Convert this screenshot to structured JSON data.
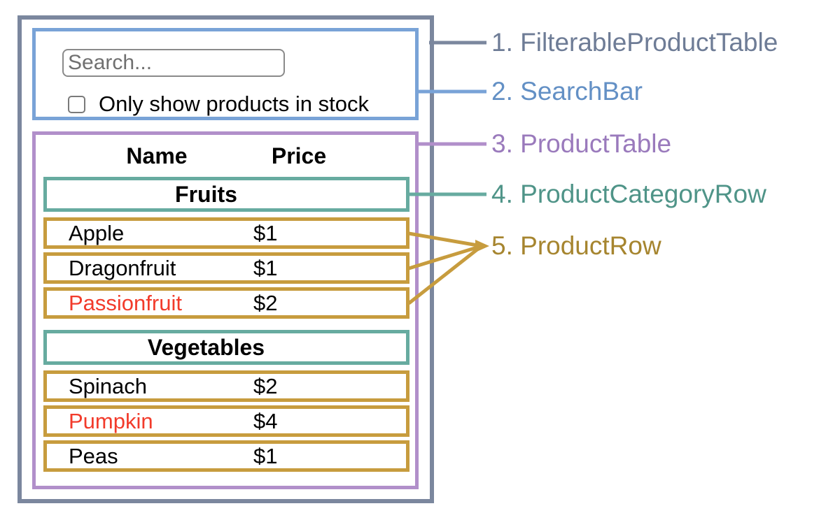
{
  "annotations": {
    "labels": [
      {
        "text": "1. FilterableProductTable"
      },
      {
        "text": "2. SearchBar"
      },
      {
        "text": "3. ProductTable"
      },
      {
        "text": "4. ProductCategoryRow"
      },
      {
        "text": "5. ProductRow"
      }
    ]
  },
  "search_bar": {
    "placeholder": "Search...",
    "checkbox_label": "Only show products in stock",
    "checkbox_checked": false
  },
  "product_table": {
    "headers": [
      "Name",
      "Price"
    ],
    "sections": [
      {
        "category": "Fruits",
        "rows": [
          {
            "name": "Apple",
            "price": "$1",
            "out_of_stock": false
          },
          {
            "name": "Dragonfruit",
            "price": "$1",
            "out_of_stock": false
          },
          {
            "name": "Passionfruit",
            "price": "$2",
            "out_of_stock": true
          }
        ]
      },
      {
        "category": "Vegetables",
        "rows": [
          {
            "name": "Spinach",
            "price": "$2",
            "out_of_stock": false
          },
          {
            "name": "Pumpkin",
            "price": "$4",
            "out_of_stock": true
          },
          {
            "name": "Peas",
            "price": "$1",
            "out_of_stock": false
          }
        ]
      }
    ]
  },
  "colors": {
    "filterable_product_table_border": "#7b879e",
    "filterable_product_table_label": "#6e7c96",
    "search_bar_border": "#79a3d7",
    "search_bar_label": "#6390c5",
    "product_table_border": "#b18fca",
    "product_table_label": "#9a7abc",
    "product_category_row_border": "#67aba0",
    "product_category_row_label": "#4f9488",
    "product_row_border": "#c79c3e",
    "product_row_label": "#a6852f",
    "out_of_stock_text": "#f23b2b"
  }
}
